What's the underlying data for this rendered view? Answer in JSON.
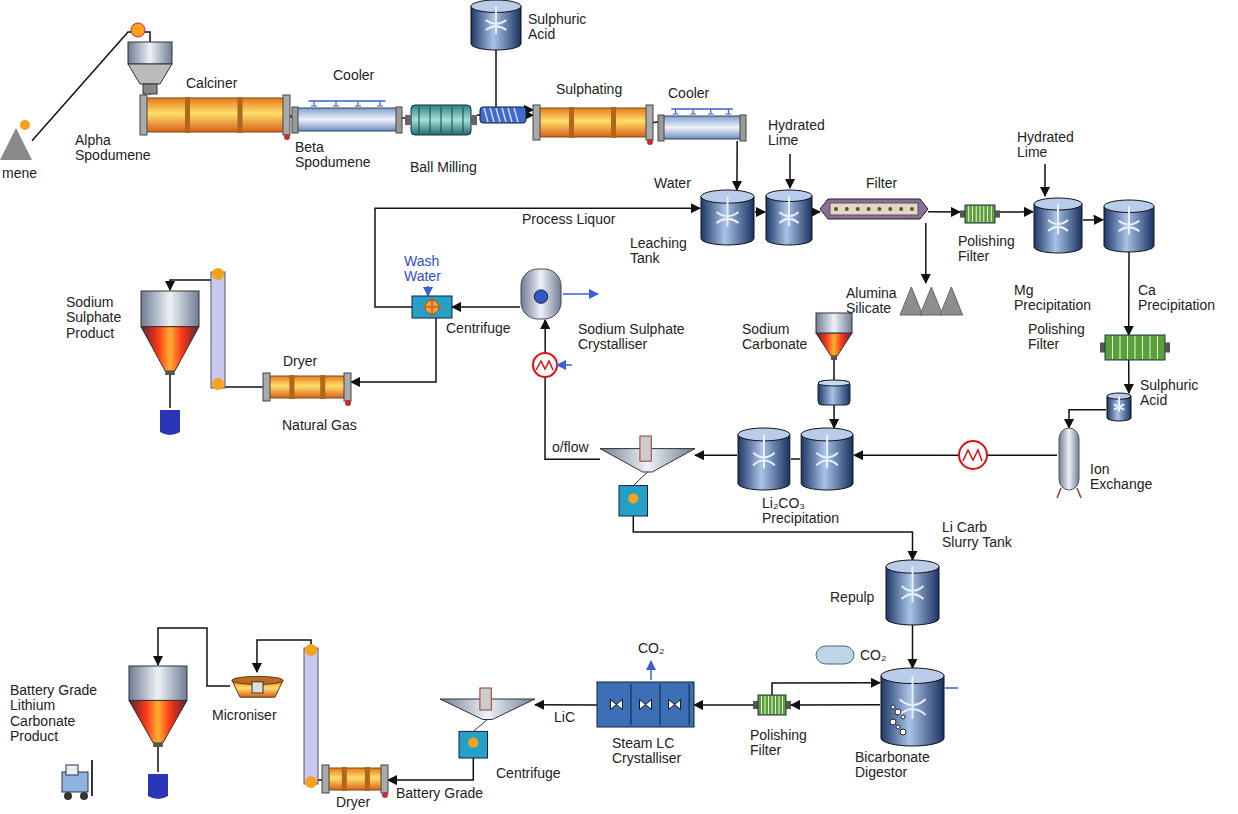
{
  "diagram": {
    "nodes": [
      {
        "text": [
          "mene"
        ]
      },
      {
        "text": [
          "Calciner",
          "Alpha Spodumene"
        ]
      },
      {
        "text": [
          "Cooler",
          "Beta Spodumene"
        ]
      },
      {
        "text": [
          "Ball Milling"
        ]
      },
      {
        "text": [
          "Sulphuric Acid"
        ]
      },
      {
        "text": [
          "Sulphating"
        ]
      },
      {
        "text": [
          "Cooler"
        ]
      },
      {
        "text": [
          "Water",
          "Leaching Tank"
        ]
      },
      {
        "text": [
          "Hydrated Lime"
        ]
      },
      {
        "text": [
          "Filter"
        ]
      },
      {
        "text": [
          "Alumina Silicate"
        ]
      },
      {
        "text": [
          "Polishing Filter"
        ]
      },
      {
        "text": [
          "Hydrated Lime",
          "Mg Precipitation"
        ]
      },
      {
        "text": [
          "Ca Precipitation"
        ]
      },
      {
        "text": [
          "Polishing Filter"
        ]
      },
      {
        "text": [
          "Sulphuric Acid"
        ]
      },
      {
        "text": [
          "Ion Exchange"
        ]
      },
      {
        "text": [
          "Sodium Carbonate"
        ]
      },
      {
        "text": [
          "Li₂CO₃ Precipitation"
        ]
      },
      {
        "text": [
          "o/flow"
        ]
      },
      {
        "text": [
          "Sodium Sulphate Crystalliser"
        ]
      },
      {
        "text": [
          "Wash Water",
          "Centrifuge"
        ]
      },
      {
        "text": [
          "Dryer",
          "Natural Gas"
        ]
      },
      {
        "text": [
          "Sodium Sulphate Product"
        ]
      },
      {
        "text": [
          "Li Carb Slurry Tank",
          "Repulp"
        ]
      },
      {
        "text": [
          "Bicarbonate Digestor"
        ]
      },
      {
        "text": [
          "CO₂"
        ]
      },
      {
        "text": [
          "Polishing Filter"
        ]
      },
      {
        "text": [
          "CO₂",
          "Steam LC Crystalliser"
        ]
      },
      {
        "text": [
          "Centrifuge"
        ]
      },
      {
        "text": [
          "Dryer"
        ]
      },
      {
        "text": [
          "Microniser"
        ]
      },
      {
        "text": [
          "Battery Grade Lithium Carbonate Product"
        ]
      }
    ],
    "edges": [
      {
        "from": 0,
        "to": 1,
        "arrow": "none"
      },
      {
        "from": 1,
        "to": 2,
        "arrow": "none"
      },
      {
        "from": 2,
        "to": 3,
        "arrow": "none"
      },
      {
        "from": 3,
        "to": 5,
        "arrow": "to"
      },
      {
        "from": 4,
        "to": 5,
        "arrow": "to"
      },
      {
        "from": 5,
        "to": 6,
        "arrow": "none"
      },
      {
        "from": 6,
        "to": 7,
        "arrow": "to"
      },
      {
        "from": 7,
        "to": 8,
        "arrow": "to"
      },
      {
        "from": 8,
        "to": 9,
        "arrow": "to"
      },
      {
        "from": 9,
        "to": 10,
        "arrow": "to"
      },
      {
        "from": 9,
        "to": 11,
        "arrow": "to"
      },
      {
        "from": 11,
        "to": 12,
        "arrow": "to"
      },
      {
        "from": 12,
        "to": 13,
        "arrow": "to"
      },
      {
        "from": 13,
        "to": 14,
        "arrow": "to"
      },
      {
        "from": 14,
        "to": 15,
        "arrow": "to"
      },
      {
        "from": 15,
        "to": 16,
        "arrow": "to"
      },
      {
        "from": 16,
        "to": 18,
        "arrow": "to"
      },
      {
        "from": 17,
        "to": 18,
        "arrow": "to"
      },
      {
        "from": 18,
        "to": 19,
        "arrow": "to"
      },
      {
        "from": 19,
        "to": 20,
        "arrow": "to"
      },
      {
        "from": 20,
        "to": 21,
        "arrow": "to"
      },
      {
        "from": 21,
        "to": 7,
        "arrow": "to",
        "label": "Process Liquor"
      },
      {
        "from": 21,
        "to": 22,
        "arrow": "to"
      },
      {
        "from": 22,
        "to": 23,
        "arrow": "to"
      },
      {
        "from": 19,
        "to": 24,
        "arrow": "to"
      },
      {
        "from": 24,
        "to": 25,
        "arrow": "to"
      },
      {
        "from": 25,
        "to": 27,
        "arrow": "to"
      },
      {
        "from": 27,
        "to": 25,
        "arrow": "to"
      },
      {
        "from": 27,
        "to": 28,
        "arrow": "to"
      },
      {
        "from": 28,
        "to": 29,
        "arrow": "to",
        "label": "LiC"
      },
      {
        "from": 29,
        "to": 30,
        "arrow": "to",
        "label": "Battery Grade"
      },
      {
        "from": 30,
        "to": 31,
        "arrow": "to"
      },
      {
        "from": 31,
        "to": 32,
        "arrow": "to"
      }
    ]
  }
}
